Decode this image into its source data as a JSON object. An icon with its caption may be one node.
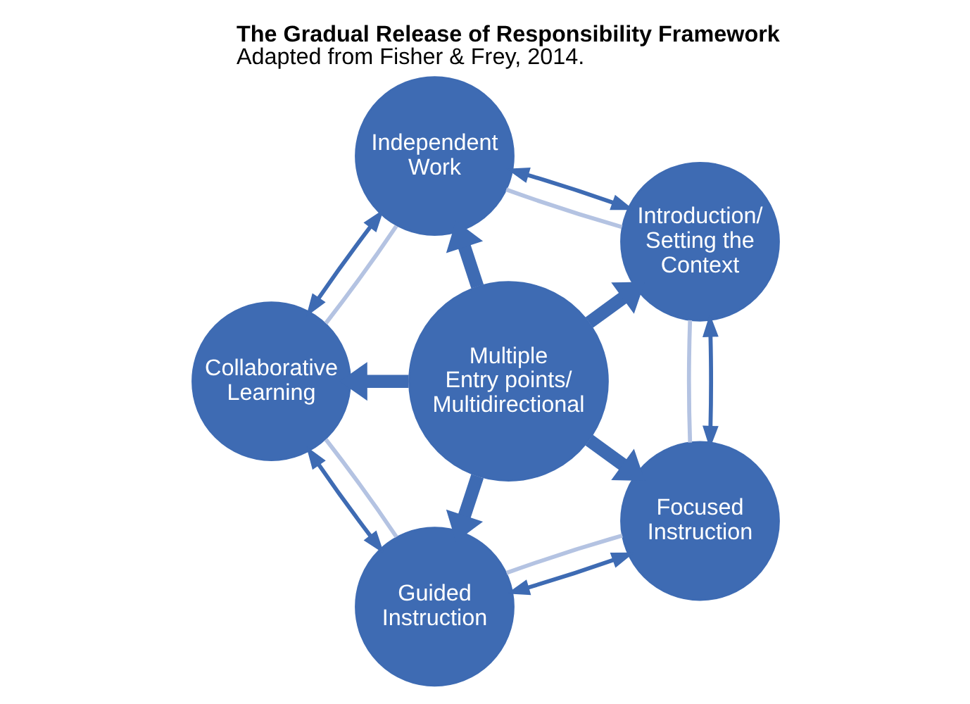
{
  "diagram": {
    "title": "The Gradual Release of Responsibility Framework",
    "caption": "Adapted from Fisher & Frey, 2014.",
    "nodes": [
      {
        "text": [
          "Multiple Entry points/ Multidirectional"
        ]
      },
      {
        "text": [
          "Introduction/ Setting the Context"
        ]
      },
      {
        "text": [
          "Focused Instruction"
        ]
      },
      {
        "text": [
          "Guided Instruction"
        ]
      },
      {
        "text": [
          "Collaborative Learning"
        ]
      },
      {
        "text": [
          "Independent Work"
        ]
      }
    ],
    "edges": [
      {
        "from": 0,
        "to": 1,
        "arrow": "to",
        "style": "thick"
      },
      {
        "from": 0,
        "to": 2,
        "arrow": "to",
        "style": "thick"
      },
      {
        "from": 0,
        "to": 3,
        "arrow": "to",
        "style": "thick"
      },
      {
        "from": 0,
        "to": 4,
        "arrow": "to",
        "style": "thick"
      },
      {
        "from": 0,
        "to": 5,
        "arrow": "to",
        "style": "thick"
      },
      {
        "from": 1,
        "to": 2,
        "arrow": "both"
      },
      {
        "from": 2,
        "to": 3,
        "arrow": "both"
      },
      {
        "from": 3,
        "to": 4,
        "arrow": "both"
      },
      {
        "from": 4,
        "to": 5,
        "arrow": "both"
      },
      {
        "from": 5,
        "to": 1,
        "arrow": "both"
      },
      {
        "from": 1,
        "to": 2,
        "arrow": "none",
        "color": "#b4c3e2"
      },
      {
        "from": 2,
        "to": 3,
        "arrow": "none",
        "color": "#b4c3e2"
      },
      {
        "from": 3,
        "to": 4,
        "arrow": "none",
        "color": "#b4c3e2"
      },
      {
        "from": 4,
        "to": 5,
        "arrow": "none",
        "color": "#b4c3e2"
      },
      {
        "from": 5,
        "to": 1,
        "arrow": "none",
        "color": "#b4c3e2"
      }
    ]
  }
}
